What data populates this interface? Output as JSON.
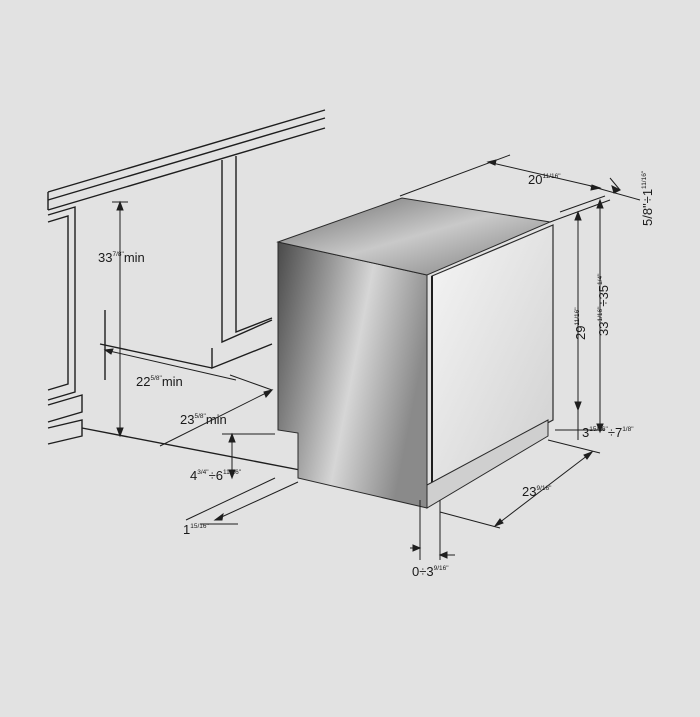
{
  "colors": {
    "background": "#e2e2e2",
    "line": "#1e1e1e",
    "appliance_side_dark": "#5a5a5a",
    "appliance_side_light": "#d8d8d8",
    "appliance_front": "#efefef"
  },
  "dimensions": {
    "cabinet_height": {
      "main": "33",
      "sup": "7/8\"",
      "suffix": "min"
    },
    "niche_width": {
      "main": "22",
      "sup": "5/8\"",
      "suffix": "min"
    },
    "niche_depth": {
      "main": "23",
      "sup": "5/8\"",
      "suffix": "min"
    },
    "plinth_height": {
      "main": "4",
      "sup1": "3/4\"",
      "mid": "÷6",
      "sup2": "11/16\""
    },
    "plinth_depth": {
      "main": "1",
      "sup": "15/16\""
    },
    "door_gap": {
      "main": "0÷3",
      "sup": "9/16\""
    },
    "appliance_depth": {
      "main": "23",
      "sup": "9/16\""
    },
    "feet_adjust": {
      "main": "3",
      "sup1": "15/16\"",
      "mid": "÷7",
      "sup2": "1/8\""
    },
    "appliance_width": {
      "main": "20",
      "sup": "11/16\""
    },
    "door_height": {
      "main": "29",
      "sup": "11/16\""
    },
    "total_height": {
      "main": "33",
      "sup1": "1/16\"",
      "mid": "÷35",
      "sup2": "1/4\""
    },
    "top_gap": {
      "main": "5/8\"÷1",
      "sup": "11/16\""
    }
  }
}
